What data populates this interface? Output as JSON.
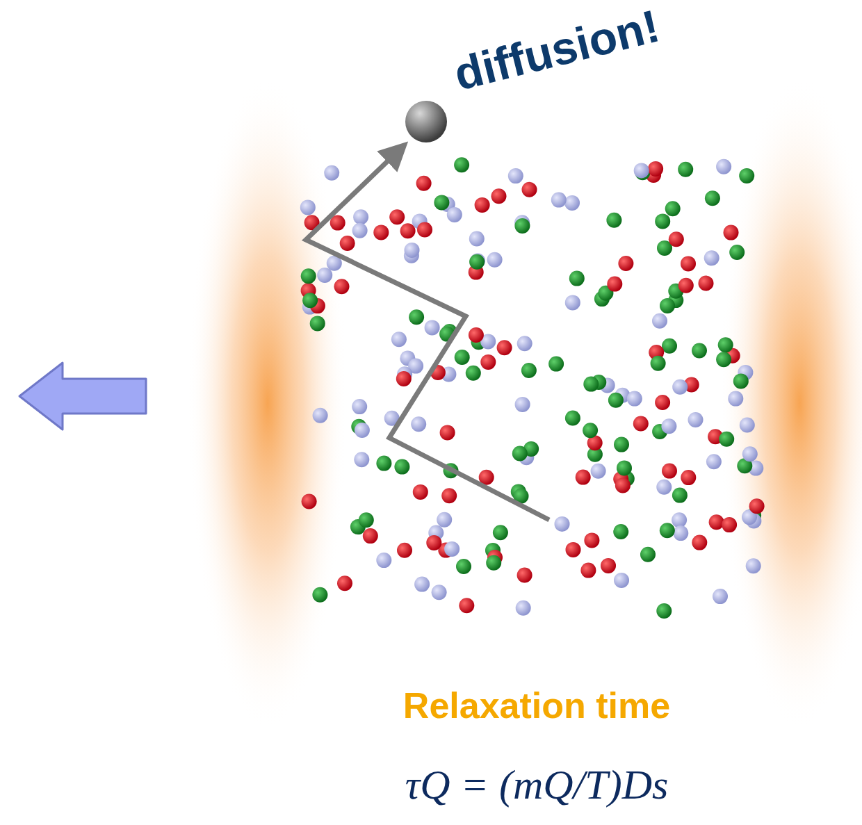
{
  "diagram": {
    "labels": [
      "diffusion!",
      "Relaxation time",
      "τQ = (mQ/T)Ds"
    ]
  }
}
